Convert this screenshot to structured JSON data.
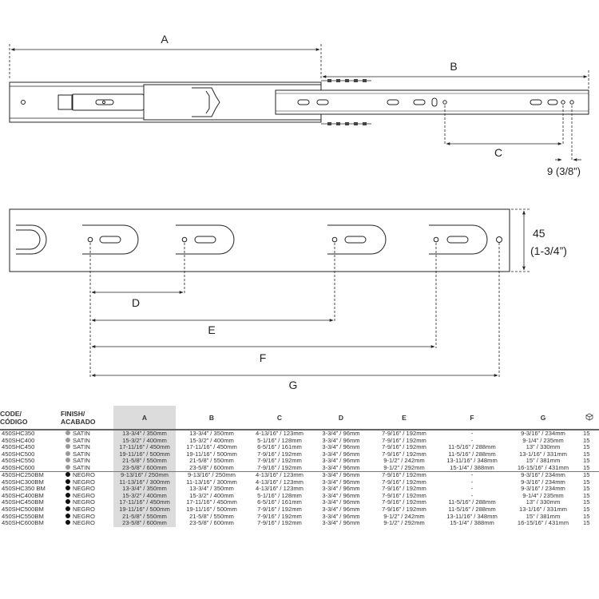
{
  "dimension_labels": {
    "A": "A",
    "B": "B",
    "C": "C",
    "D": "D",
    "E": "E",
    "F": "F",
    "G": "G",
    "thickness": "9 (3/8”)",
    "height_mm": "45",
    "height_in": "(1-3/4”)"
  },
  "table": {
    "headers": {
      "code_line1": "CODE/",
      "code_line2": "CÓDIGO",
      "finish_line1": "FINISH/",
      "finish_line2": "ACABADO",
      "A": "A",
      "B": "B",
      "C": "C",
      "D": "D",
      "E": "E",
      "F": "F",
      "G": "G",
      "qty_icon": "box-icon"
    },
    "finish_colors": {
      "SATIN": "#9a9a9a",
      "NEGRO": "#111111"
    },
    "groups": [
      {
        "rows": [
          {
            "code": "450SHC350",
            "finish": "SATIN",
            "A": "13-3/4” / 350mm",
            "B": "13-3/4” / 350mm",
            "C": "4-13/16” / 123mm",
            "D": "3-3/4” / 96mm",
            "E": "7-9/16” / 192mm",
            "F": "-",
            "G": "9-3/16” / 234mm",
            "qty": "15"
          },
          {
            "code": "450SHC400",
            "finish": "SATIN",
            "A": "15-3/2” / 400mm",
            "B": "15-3/2” / 400mm",
            "C": "5-1/16” / 128mm",
            "D": "3-3/4” / 96mm",
            "E": "7-9/16” / 192mm",
            "F": "-",
            "G": "9-1/4” / 235mm",
            "qty": "15"
          },
          {
            "code": "450SHC450",
            "finish": "SATIN",
            "A": "17-11/16” / 450mm",
            "B": "17-11/16” / 450mm",
            "C": "6-5/16” / 161mm",
            "D": "3-3/4” / 96mm",
            "E": "7-9/16” / 192mm",
            "F": "11-5/16” / 288mm",
            "G": "13” / 330mm",
            "qty": "15"
          },
          {
            "code": "450SHC500",
            "finish": "SATIN",
            "A": "19-11/16” / 500mm",
            "B": "19-11/16” / 500mm",
            "C": "7-9/16” / 192mm",
            "D": "3-3/4” / 96mm",
            "E": "7-9/16” / 192mm",
            "F": "11-5/16” / 288mm",
            "G": "13-1/16” / 331mm",
            "qty": "15"
          },
          {
            "code": "450SHC550",
            "finish": "SATIN",
            "A": "21-5/8” / 550mm",
            "B": "21-5/8” / 550mm",
            "C": "7-9/16” / 192mm",
            "D": "3-3/4” / 96mm",
            "E": "9-1/2” / 242mm",
            "F": "13-11/16” / 348mm",
            "G": "15” / 381mm",
            "qty": "15"
          },
          {
            "code": "450SHC600",
            "finish": "SATIN",
            "A": "23-5/8” / 600mm",
            "B": "23-5/8” / 600mm",
            "C": "7-9/16” / 192mm",
            "D": "3-3/4” / 96mm",
            "E": "9-1/2” / 292mm",
            "F": "15-1/4” / 388mm",
            "G": "16-15/16” / 431mm",
            "qty": "15"
          }
        ]
      },
      {
        "rows": [
          {
            "code": "450SHC250BM",
            "finish": "NEGRO",
            "A": "9-13/16” / 250mm",
            "B": "9-13/16” / 250mm",
            "C": "4-13/16” / 123mm",
            "D": "3-3/4” / 96mm",
            "E": "7-9/16” / 192mm",
            "F": "-",
            "G": "9-3/16” / 234mm",
            "qty": "15"
          },
          {
            "code": "450SHC300BM",
            "finish": "NEGRO",
            "A": "11-13/16” / 300mm",
            "B": "11-13/16” / 300mm",
            "C": "4-13/16” / 123mm",
            "D": "3-3/4” / 96mm",
            "E": "7-9/16” / 192mm",
            "F": "-",
            "G": "9-3/16” / 234mm",
            "qty": "15"
          },
          {
            "code": "450SHC350 BM",
            "finish": "NEGRO",
            "A": "13-3/4” / 350mm",
            "B": "13-3/4” / 350mm",
            "C": "4-13/16” / 123mm",
            "D": "3-3/4” / 96mm",
            "E": "7-9/16” / 192mm",
            "F": "-",
            "G": "9-3/16” / 234mm",
            "qty": "15"
          },
          {
            "code": "450SHC400BM",
            "finish": "NEGRO",
            "A": "15-3/2” / 400mm",
            "B": "15-3/2” / 400mm",
            "C": "5-1/16” / 128mm",
            "D": "3-3/4” / 96mm",
            "E": "7-9/16” / 192mm",
            "F": "-",
            "G": "9-1/4” / 235mm",
            "qty": "15"
          },
          {
            "code": "450SHC450BM",
            "finish": "NEGRO",
            "A": "17-11/16” / 450mm",
            "B": "17-11/16” / 450mm",
            "C": "6-5/16” / 161mm",
            "D": "3-3/4” / 96mm",
            "E": "7-9/16” / 192mm",
            "F": "11-5/16” / 288mm",
            "G": "13” / 330mm",
            "qty": "15"
          },
          {
            "code": "450SHC500BM",
            "finish": "NEGRO",
            "A": "19-11/16” / 500mm",
            "B": "19-11/16” / 500mm",
            "C": "7-9/16” / 192mm",
            "D": "3-3/4” / 96mm",
            "E": "7-9/16” / 192mm",
            "F": "11-5/16” / 288mm",
            "G": "13-1/16” / 331mm",
            "qty": "15"
          },
          {
            "code": "450SHC550BM",
            "finish": "NEGRO",
            "A": "21-5/8” / 550mm",
            "B": "21-5/8” / 550mm",
            "C": "7-9/16” / 192mm",
            "D": "3-3/4” / 96mm",
            "E": "9-1/2” / 242mm",
            "F": "13-11/16” / 348mm",
            "G": "15” / 381mm",
            "qty": "15"
          },
          {
            "code": "450SHC600BM",
            "finish": "NEGRO",
            "A": "23-5/8” / 600mm",
            "B": "23-5/8” / 600mm",
            "C": "7-9/16” / 192mm",
            "D": "3-3/4” / 96mm",
            "E": "9-1/2” / 292mm",
            "F": "15-1/4” / 388mm",
            "G": "16-15/16” / 431mm",
            "qty": "15"
          }
        ]
      }
    ]
  }
}
